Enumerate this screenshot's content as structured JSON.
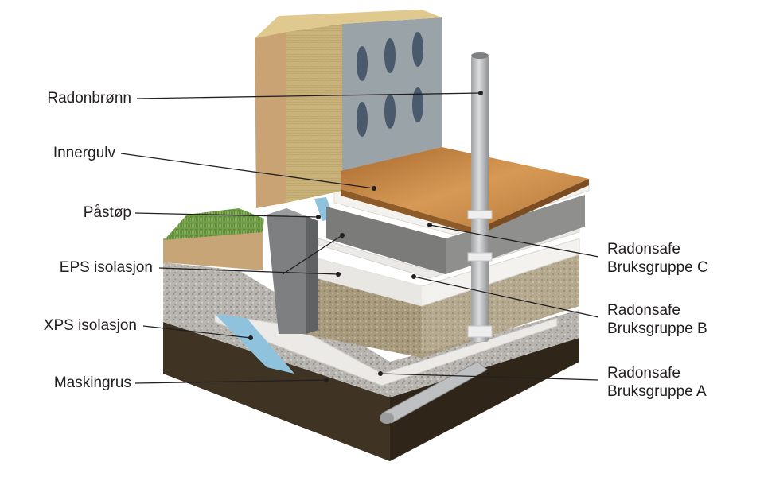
{
  "labels_left": [
    {
      "id": "radonbronn",
      "text": "Radonbrønn"
    },
    {
      "id": "innergulv",
      "text": "Innergulv"
    },
    {
      "id": "pastop",
      "text": "Påstøp"
    },
    {
      "id": "eps",
      "text": "EPS isolasjon"
    },
    {
      "id": "xps",
      "text": "XPS isolasjon"
    },
    {
      "id": "maskingrus",
      "text": "Maskingrus"
    }
  ],
  "labels_right": [
    {
      "id": "bruksgruppe-c",
      "line1": "Radonsafe",
      "line2": "Bruksgruppe C"
    },
    {
      "id": "bruksgruppe-b",
      "line1": "Radonsafe",
      "line2": "Bruksgruppe B"
    },
    {
      "id": "bruksgruppe-a",
      "line1": "Radonsafe",
      "line2": "Bruksgruppe A"
    }
  ],
  "colors": {
    "soil": "#4a3c2b",
    "gravel": "#b9b6b1",
    "eps_aggregate": "#a89a7c",
    "membrane": "#eceae6",
    "concrete": "#8f8f8d",
    "wood_floor": "#c98a45",
    "foundation_block": "#7d7f80",
    "xps": "#8fc3dd",
    "wallpaper": "#9aa4a8",
    "insulation": "#c9b37a",
    "osb": "#c9a373",
    "pipe": "#b8b9bb",
    "leader_line": "#231f20"
  }
}
